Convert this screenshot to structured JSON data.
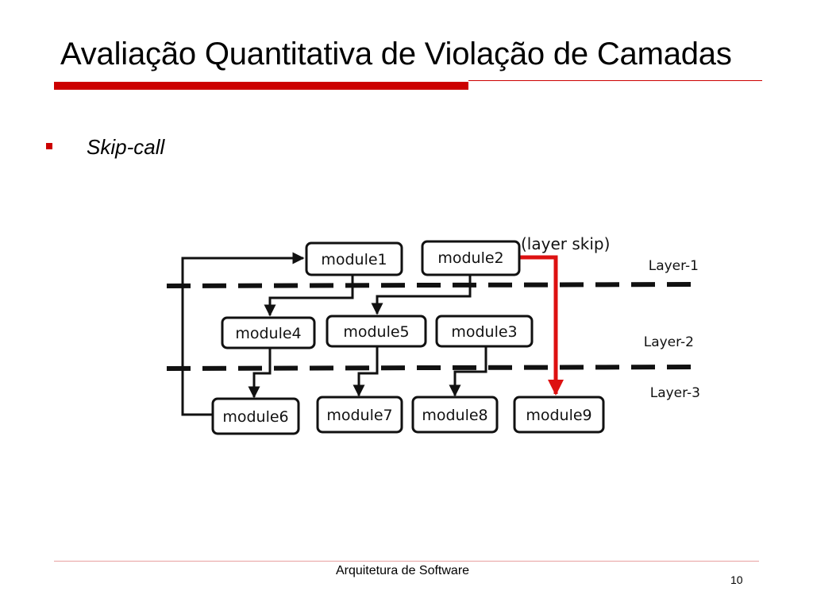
{
  "slide": {
    "title": "Avaliação Quantitativa de Violação de Camadas",
    "bullet": "Skip-call",
    "accent_color": "#cc0000"
  },
  "diagram": {
    "annotation": "(layer skip)",
    "layers": [
      "Layer-1",
      "Layer-2",
      "Layer-3"
    ],
    "modules": {
      "m1": "module1",
      "m2": "module2",
      "m3": "module3",
      "m4": "module4",
      "m5": "module5",
      "m6": "module6",
      "m7": "module7",
      "m8": "module8",
      "m9": "module9"
    },
    "skip_color": "#dd1111"
  },
  "footer": {
    "text": "Arquitetura de Software",
    "page": "10"
  }
}
